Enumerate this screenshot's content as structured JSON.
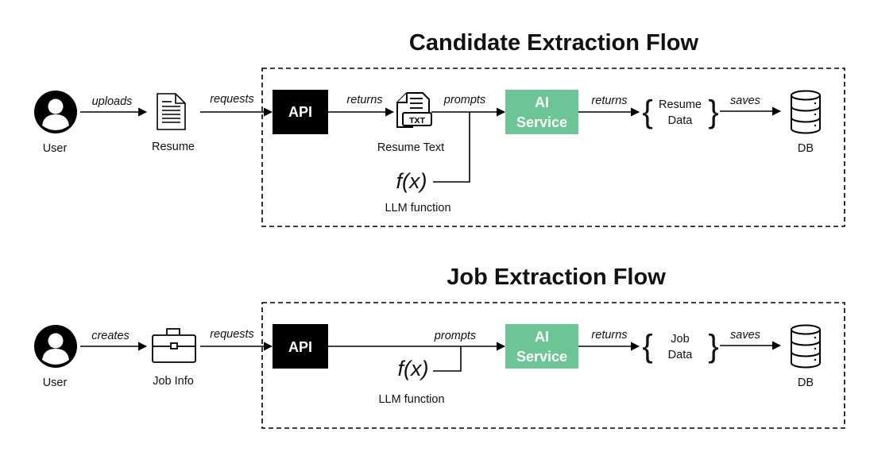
{
  "colors": {
    "api_box": "#000000",
    "ai_box": "#6cc595",
    "line": "#000000"
  },
  "flow1": {
    "title": "Candidate Extraction Flow",
    "user_label": "User",
    "edge_uploads": "uploads",
    "resume_label": "Resume",
    "edge_requests": "requests",
    "api_label": "API",
    "edge_returns_1": "returns",
    "txt_badge": "TXT",
    "resume_text_label": "Resume Text",
    "edge_prompts": "prompts",
    "fx_label": "f(x)",
    "llm_label": "LLM function",
    "ai_line1": "AI",
    "ai_line2": "Service",
    "edge_returns_2": "returns",
    "data_line1": "Resume",
    "data_line2": "Data",
    "edge_saves": "saves",
    "db_label": "DB"
  },
  "flow2": {
    "title": "Job Extraction Flow",
    "user_label": "User",
    "edge_creates": "creates",
    "job_label": "Job Info",
    "edge_requests": "requests",
    "api_label": "API",
    "edge_prompts": "prompts",
    "fx_label": "f(x)",
    "llm_label": "LLM function",
    "ai_line1": "AI",
    "ai_line2": "Service",
    "edge_returns": "returns",
    "data_line1": "Job",
    "data_line2": "Data",
    "edge_saves": "saves",
    "db_label": "DB"
  }
}
